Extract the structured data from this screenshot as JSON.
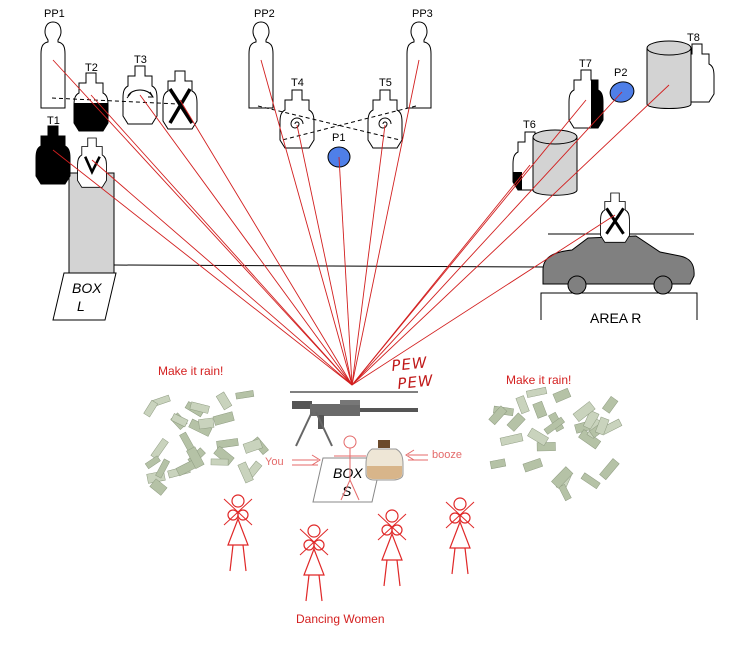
{
  "labels": {
    "pp1": "PP1",
    "pp2": "PP2",
    "pp3": "PP3",
    "t1": "T1",
    "t2": "T2",
    "t3": "T3",
    "t4": "T4",
    "t5": "T5",
    "t6": "T6",
    "t7": "T7",
    "t8": "T8",
    "p1": "P1",
    "p2": "P2",
    "box_l_line1": "BOX",
    "box_l_line2": "L",
    "area_r": "AREA  R",
    "pew_line1": "PEW",
    "pew_line2": "PEW",
    "make_it_rain_left": "Make it rain!",
    "make_it_rain_right": "Make it rain!",
    "you": "You",
    "box_s_line1": "BOX",
    "box_s_line2": "S",
    "booze": "booze",
    "dancing_women": "Dancing Women"
  },
  "colors": {
    "line_red": "#d21f1f",
    "popper_blue": "#4f7fe8",
    "box_gray": "#d3d3d3",
    "car_gray": "#808080",
    "stick_red": "#e02828"
  }
}
